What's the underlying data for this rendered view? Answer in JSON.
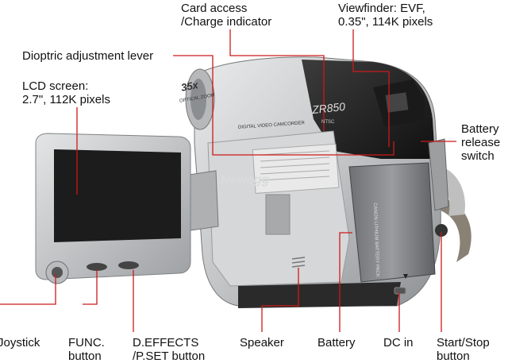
{
  "brand": {
    "zoom_badge": "35x",
    "zoom_sub": "OPTICAL ZOOM",
    "model": "ZR850",
    "model_sub": "NTSC",
    "body_text": "DIGITAL VIDEO CAMCORDER",
    "battery_text": "CANON LITHIUM BATTERY PACK",
    "watermark": "Newegg"
  },
  "labels": {
    "card_access": [
      "Card access",
      "/Charge indicator"
    ],
    "viewfinder": [
      "Viewfinder: EVF,",
      "0.35\", 114K pixels"
    ],
    "dioptric": [
      "Dioptric adjustment lever"
    ],
    "lcd": [
      "LCD screen:",
      "2.7\", 112K pixels"
    ],
    "battery_release": [
      "Battery",
      "release",
      "switch"
    ],
    "joystick": [
      "Joystick"
    ],
    "func": [
      "FUNC.",
      "button"
    ],
    "deffects": [
      "D.EFFECTS",
      "/P.SET button"
    ],
    "speaker": [
      "Speaker"
    ],
    "battery": [
      "Battery"
    ],
    "dc_in": [
      "DC in"
    ],
    "start_stop": [
      "Start/Stop",
      "button"
    ]
  },
  "colors": {
    "callout_line": "#cc1a1a",
    "body_silver": "#c9cbcd",
    "body_dark": "#2b2b2b",
    "screen": "#1c1c1c"
  }
}
